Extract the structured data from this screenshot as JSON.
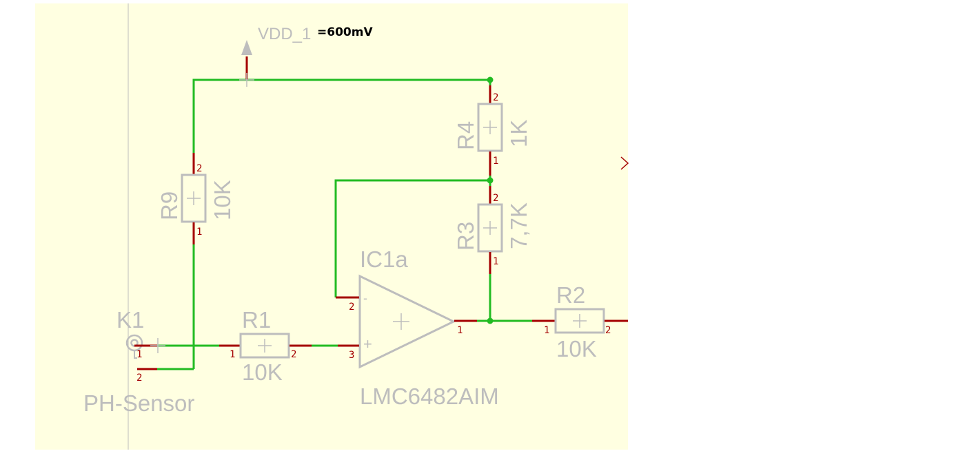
{
  "schematic": {
    "supply": {
      "name": "VDD_1",
      "value": "=600mV"
    },
    "parts": {
      "R4": {
        "ref": "R4",
        "value": "1K",
        "pin_top": "2",
        "pin_bottom": "1"
      },
      "R3": {
        "ref": "R3",
        "value": "7,7K",
        "pin_top": "2",
        "pin_bottom": "1"
      },
      "R9": {
        "ref": "R9",
        "value": "10K",
        "pin_top": "2",
        "pin_bottom": "1"
      },
      "R1": {
        "ref": "R1",
        "value": "10K",
        "pin_left": "1",
        "pin_right": "2"
      },
      "R2": {
        "ref": "R2",
        "value": "10K",
        "pin_left": "1",
        "pin_right": "2"
      },
      "IC1a": {
        "ref": "IC1a",
        "value": "LMC6482AIM",
        "pin_inv": "2",
        "pin_noninv": "3",
        "pin_out": "1",
        "inv_sign": "-",
        "noninv_sign": "+"
      },
      "K1": {
        "ref": "K1",
        "value": "PH-Sensor",
        "pin_1": "1",
        "pin_2": "2"
      }
    },
    "colors": {
      "sheet": "#ffffe1",
      "wire": "#22bb22",
      "pin_lead": "#a40000",
      "symbol": "#bdbdbd",
      "junction": "#22bb22"
    }
  }
}
